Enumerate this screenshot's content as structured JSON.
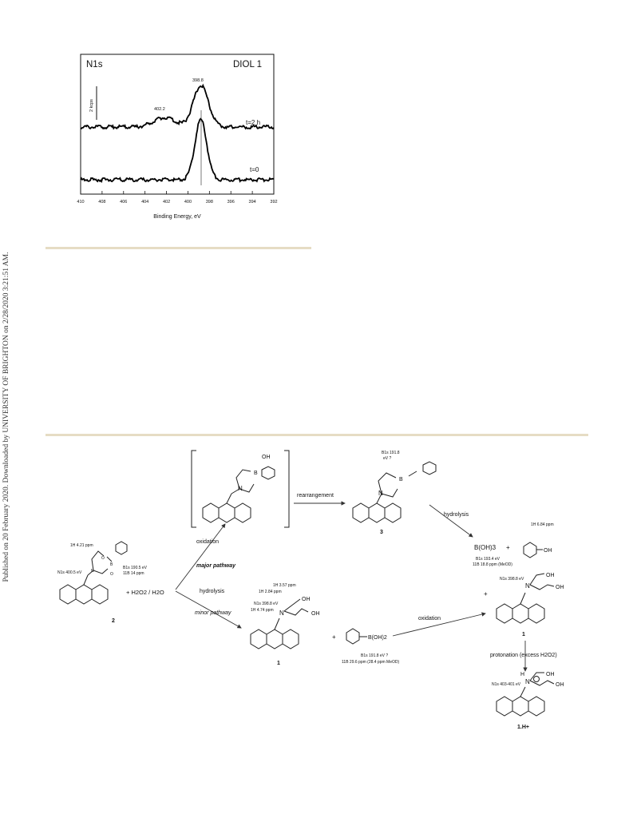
{
  "side_stamp": "Published on 20 February 2020. Downloaded by UNIVERSITY OF BRIGHTON on 2/28/2020 3:21:51 AM.",
  "xps": {
    "panel_left": "N1s",
    "panel_right": "DIOL 1",
    "scale_bar": "2 kcps",
    "peak_main": "398.8",
    "peak_second": "402.2",
    "trace_top": "t=2 h",
    "trace_bottom": "t=0",
    "xlabel": "Binding Energy, eV",
    "xticks": [
      "410",
      "408",
      "406",
      "404",
      "402",
      "400",
      "398",
      "396",
      "394",
      "392"
    ]
  },
  "chart_data": {
    "type": "line",
    "title": "",
    "panel_labels": [
      "N1s",
      "DIOL 1"
    ],
    "xlabel": "Binding Energy, eV",
    "ylabel": "",
    "xlim": [
      410,
      392
    ],
    "x_reversed": true,
    "scale_bar": "2 kcps",
    "series": [
      {
        "name": "t=2 h",
        "peaks": [
          {
            "x": 398.8,
            "label": "398.8"
          },
          {
            "x": 402.2,
            "label": "402.2"
          }
        ]
      },
      {
        "name": "t=0",
        "peaks": [
          {
            "x": 398.8
          }
        ]
      }
    ]
  },
  "scheme": {
    "oxidation_top": "oxidation",
    "major_pathway": "major pathway",
    "rearrangement": "rearrangement",
    "hydrolysis_top": "hydrolysis",
    "hydrolysis_mid": "hydrolysis",
    "minor_pathway": "minor pathway",
    "oxidation_mid": "oxidation",
    "protonation": "protonation (excess H2O2)",
    "reagent": "+ H2O2 / H2O",
    "cpd2": "2",
    "cpd3": "3",
    "cpd1_mid": "1",
    "cpd1_right": "1",
    "cpd1h": "1.H+",
    "boh3": "B(OH)3",
    "plus1": "+",
    "plus2": "+",
    "plus3": "+",
    "phenol_oh": "OH",
    "phenol_h": "1H 6.84 ppm",
    "boh3_b1s": "B1s 193.4 eV",
    "boh3_b11": "11B 18.8 ppm (MeOD)",
    "c3_b1s": "B1s 191.8",
    "c3_ev": "eV ?",
    "c2_h": "1H 4.21 ppm",
    "c2_n1s": "N1s 400.5 eV",
    "c2_b1s": "B1s 190.5 eV",
    "c2_b11": "11B 14 ppm",
    "c1_h357": "1H 3.57 ppm",
    "c1_h284": "1H 2.84 ppm",
    "c1_n1s": "N1s 398.8 eV",
    "c1_h474": "1H 4.74 ppm",
    "phb_label": "B(OH)2",
    "phb_b1s": "B1s 191.8 eV ?",
    "phb_b11": "11B 29.6 ppm (28.4 ppm MeOD)",
    "r1_n1s": "N1s 398.8 eV",
    "h_n1s": "N1s 403-401 eV",
    "oh": "OH",
    "o": "O",
    "n": "N",
    "b": "B",
    "h": "H"
  }
}
